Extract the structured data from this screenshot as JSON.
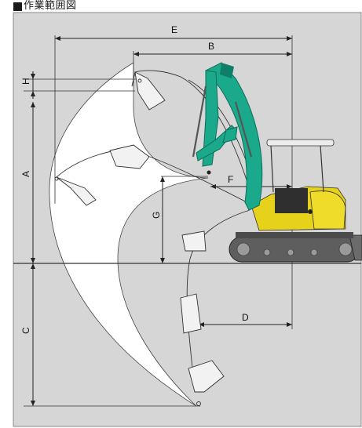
{
  "title": {
    "marker_icon": "black-square",
    "text": "作業範囲図"
  },
  "colors": {
    "background": "#d6d6d6",
    "frame": "#888888",
    "sweep_fill": "#ffffff",
    "machine_teal": "#1aa98a",
    "machine_teal_dark": "#0f7f68",
    "machine_yellow": "#e6d21a",
    "track": "#5e5e5e",
    "dim_line": "#222222"
  },
  "dimensions": {
    "E": "E",
    "B": "B",
    "H": "H",
    "A": "A",
    "F": "F",
    "G": "G",
    "C": "C",
    "D": "D"
  }
}
